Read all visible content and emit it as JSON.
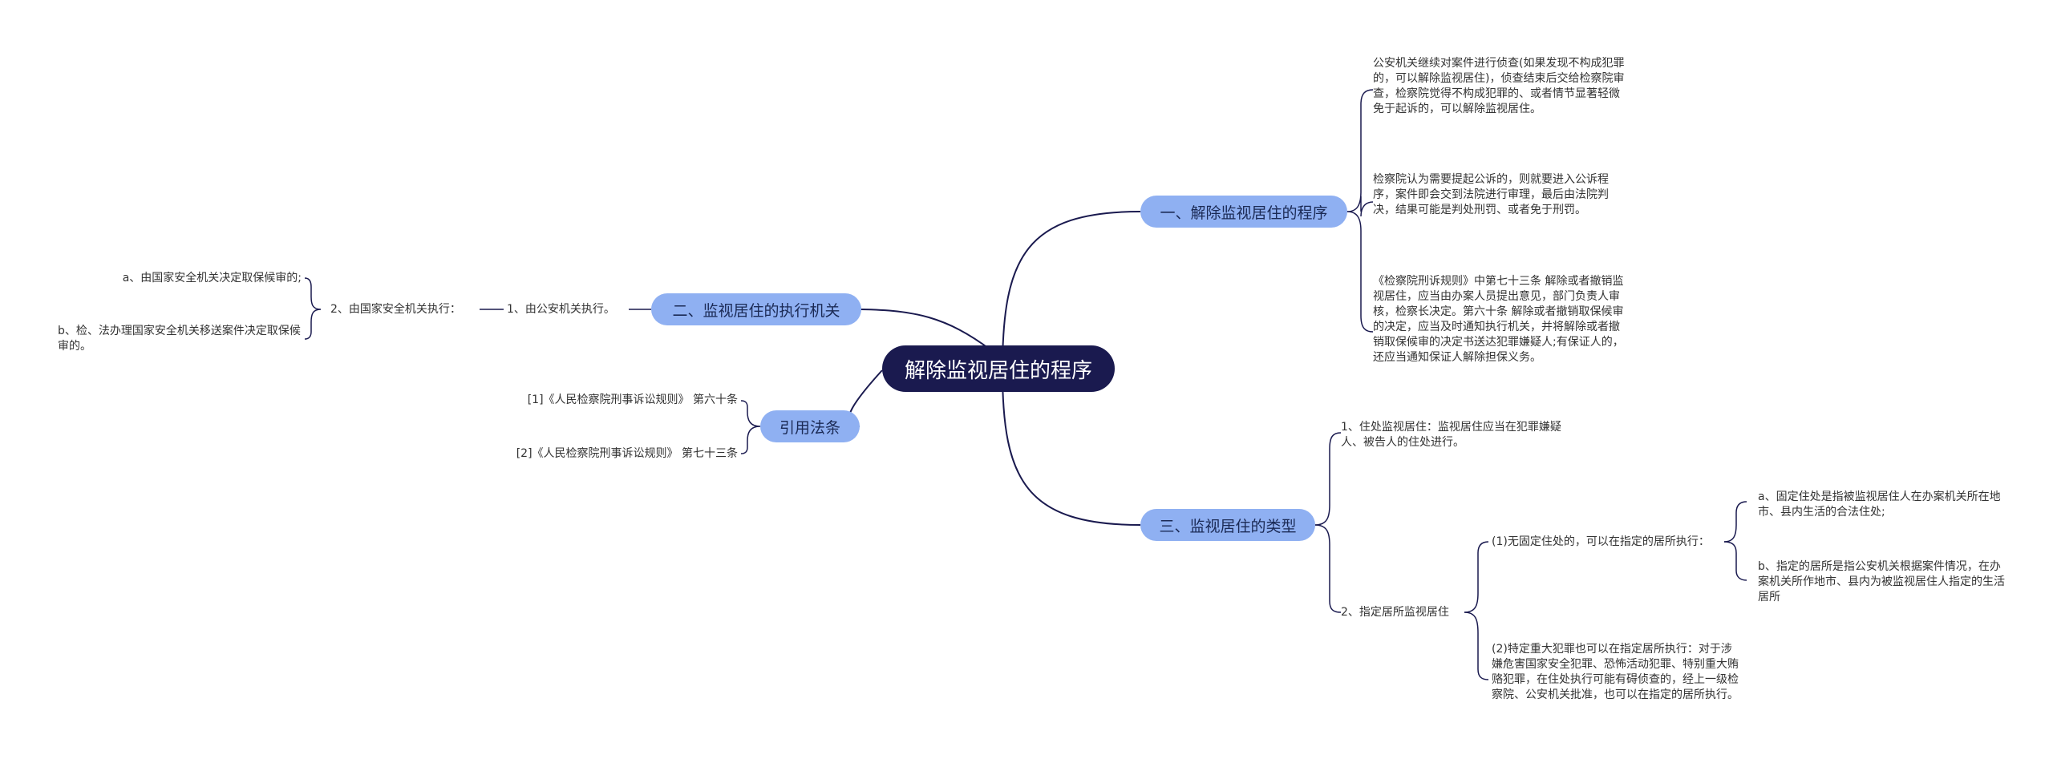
{
  "root": "解除监视居住的程序",
  "branches": {
    "b1": {
      "label": "一、解除监视居住的程序",
      "items": [
        "公安机关继续对案件进行侦查(如果发现不构成犯罪的，可以解除监视居住)，侦查结束后交给检察院审查，检察院觉得不构成犯罪的、或者情节显著轻微免于起诉的，可以解除监视居住。",
        "检察院认为需要提起公诉的，则就要进入公诉程序，案件即会交到法院进行审理，最后由法院判决，结果可能是判处刑罚、或者免于刑罚。",
        "《检察院刑诉规则》中第七十三条 解除或者撤销监视居住，应当由办案人员提出意见，部门负责人审核，检察长决定。第六十条 解除或者撤销取保候审的决定，应当及时通知执行机关，并将解除或者撤销取保候审的决定书送达犯罪嫌疑人;有保证人的，还应当通知保证人解除担保义务。"
      ]
    },
    "b2": {
      "label": "二、监视居住的执行机关",
      "child": "1、由公安机关执行。",
      "grandchild": "2、由国家安全机关执行：",
      "leaves": [
        "a、由国家安全机关决定取保候审的;",
        "b、检、法办理国家安全机关移送案件决定取保候审的。"
      ]
    },
    "b3": {
      "label": "引用法条",
      "items": [
        "[1]《人民检察院刑事诉讼规则》 第六十条",
        "[2]《人民检察院刑事诉讼规则》 第七十三条"
      ]
    },
    "b4": {
      "label": "三、监视居住的类型",
      "c1": "1、住处监视居住：监视居住应当在犯罪嫌疑人、被告人的住处进行。",
      "c2": "2、指定居所监视居住",
      "c2a": "(1)无固定住处的，可以在指定的居所执行：",
      "c2a_leaves": [
        "a、固定住处是指被监视居住人在办案机关所在地市、县内生活的合法住处;",
        "b、指定的居所是指公安机关根据案件情况，在办案机关所作地市、县内为被监视居住人指定的生活居所"
      ],
      "c2b": "(2)特定重大犯罪也可以在指定居所执行：对于涉嫌危害国家安全犯罪、恐怖活动犯罪、特别重大贿赂犯罪，在住处执行可能有碍侦查的，经上一级检察院、公安机关批准，也可以在指定的居所执行。"
    }
  },
  "colors": {
    "root": "#1a1a4f",
    "main": "#8fb0f2",
    "line": "#1a1a4f"
  }
}
